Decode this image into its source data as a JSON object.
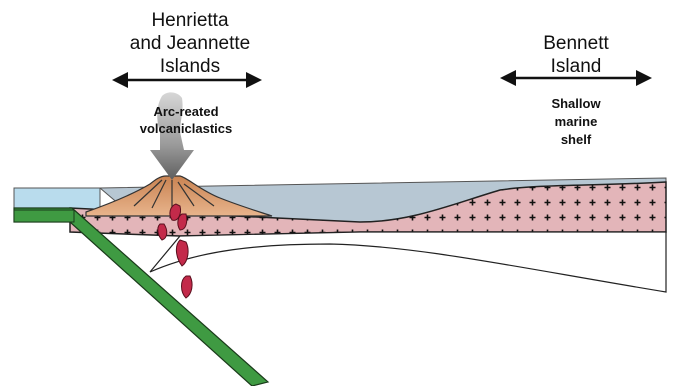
{
  "labels": {
    "henrietta": [
      "Henrietta",
      "and Jeannette",
      "Islands"
    ],
    "bennett": [
      "Bennett",
      "Island"
    ],
    "volcanic": [
      "Arc-reated",
      "volcaniclastics"
    ],
    "shelf": [
      "Shallow",
      "marine",
      "shelf"
    ]
  },
  "colors": {
    "sea": "#b9dced",
    "shelf_water": "#b7c7d3",
    "crust_pink": "#e3b5b9",
    "volcano": "#d69a6b",
    "slab": "#3f9a42",
    "magma": "#c32a4a",
    "plume": "#8a8a8a"
  },
  "icons": [
    "double-arrow-icon",
    "plus-pattern"
  ]
}
